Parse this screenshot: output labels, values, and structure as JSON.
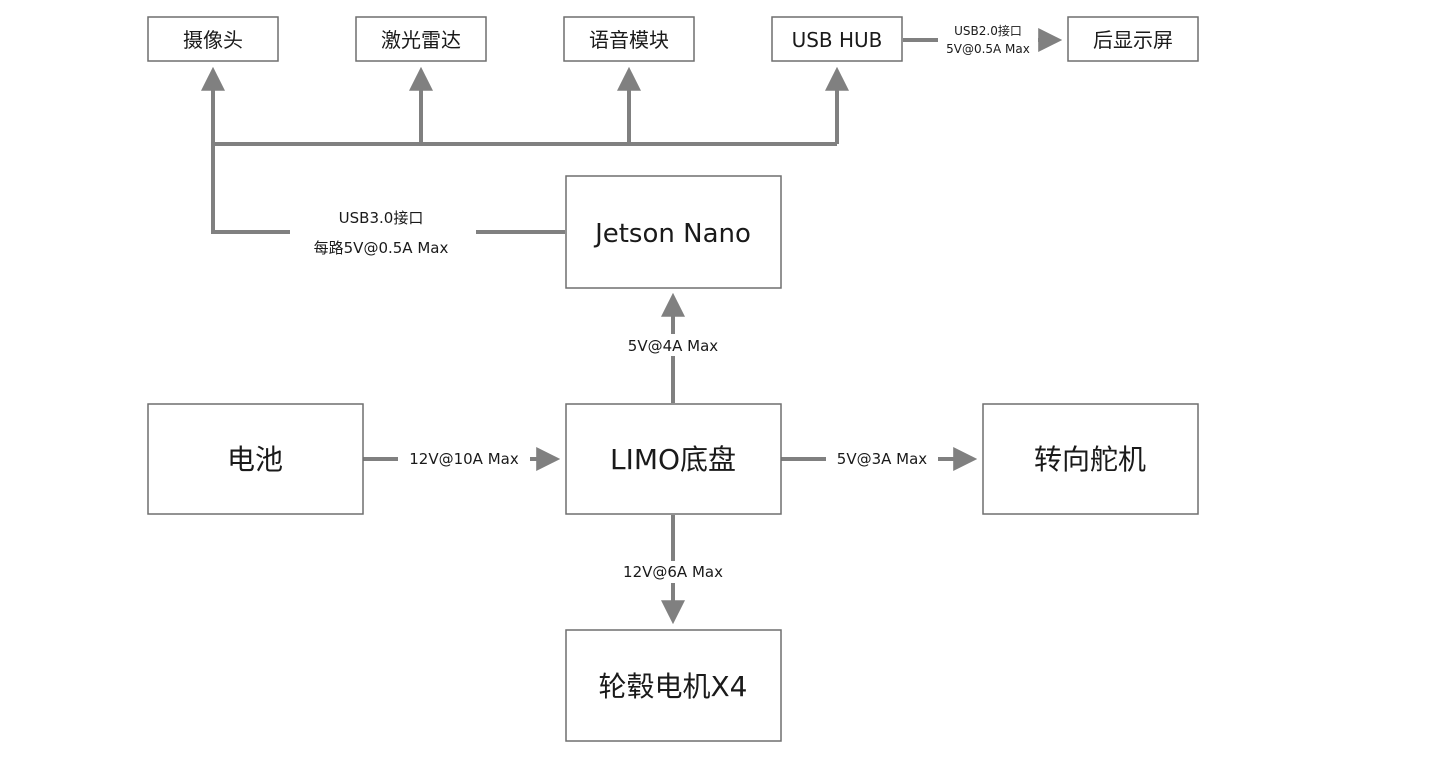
{
  "nodes": {
    "camera": "摄像头",
    "lidar": "激光雷达",
    "voice": "语音模块",
    "usb_hub": "USB HUB",
    "rear_display": "后显示屏",
    "jetson": "Jetson Nano",
    "battery": "电池",
    "limo": "LIMO底盘",
    "servo": "转向舵机",
    "hub_motor": "轮毂电机X4"
  },
  "edges": {
    "hub_to_display_1": "USB2.0接口",
    "hub_to_display_2": "5V@0.5A Max",
    "jetson_usb_1": "USB3.0接口",
    "jetson_usb_2": "每路5V@0.5A Max",
    "limo_to_jetson": "5V@4A Max",
    "battery_to_limo": "12V@10A Max",
    "limo_to_servo": "5V@3A Max",
    "limo_to_motor": "12V@6A Max"
  },
  "colors": {
    "line": "#808080",
    "border": "#6f6f6f",
    "text": "#1a1a1a"
  }
}
